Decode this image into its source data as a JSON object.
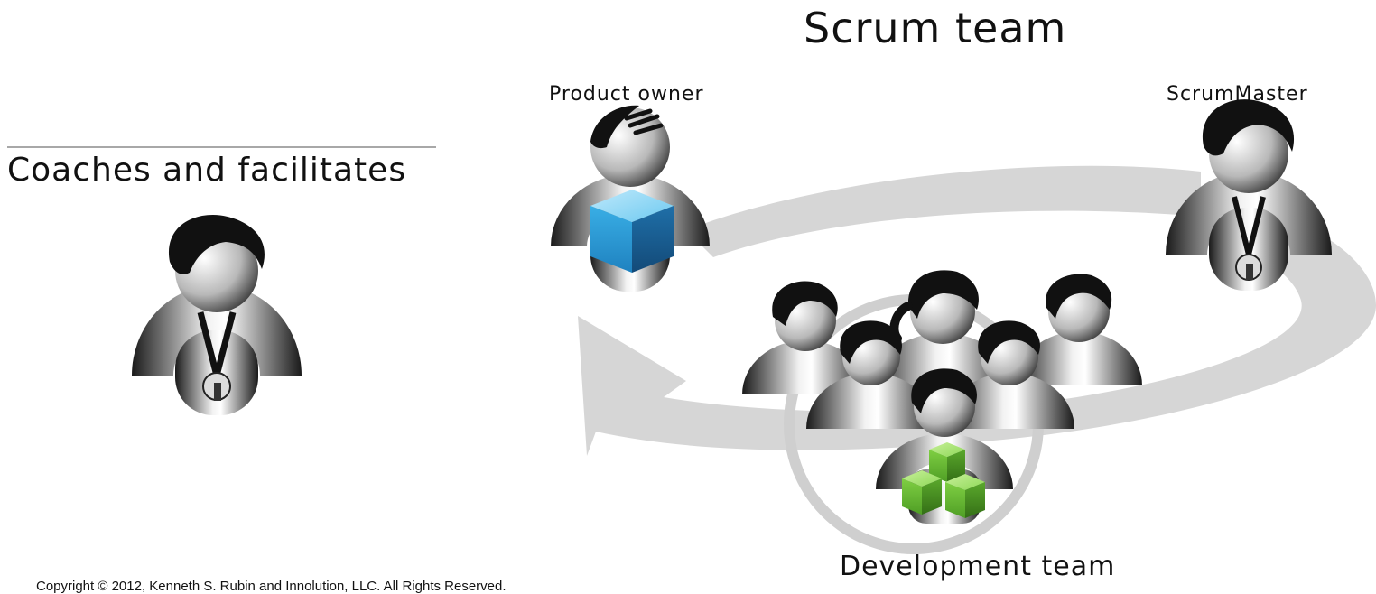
{
  "diagram": {
    "title": "Scrum team",
    "roles": {
      "product_owner": "Product owner",
      "scrum_master": "ScrumMaster",
      "development_team": "Development team"
    },
    "sidebar": {
      "caption": "Coaches and facilitates"
    },
    "footer": {
      "copyright": "Copyright © 2012, Kenneth S. Rubin and Innolution, LLC. All Rights Reserved."
    },
    "colors": {
      "cycle_arrow": "#d6d6d6",
      "team_ring": "#cfcfcf",
      "person_dark": "#111111",
      "person_light": "#ffffff",
      "product_cube": "#2e9fd8",
      "team_blocks": "#6cc23a"
    },
    "icons": [
      "person-icon",
      "whistle-icon",
      "cube-icon",
      "blocks-icon",
      "cycle-arrow-icon"
    ]
  }
}
